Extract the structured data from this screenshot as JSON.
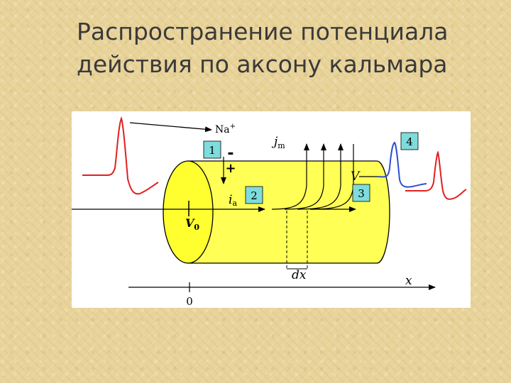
{
  "slide": {
    "title_line1": "Распространение потенциала",
    "title_line2": "действия по аксону кальмара"
  },
  "diagram": {
    "ion_main": "Na",
    "ion_sup": "+",
    "box_labels": [
      "1",
      "2",
      "3",
      "4"
    ],
    "minus_sign": "-",
    "plus_sign": "+",
    "jm_main": "j",
    "jm_sub": "m",
    "ia_main": "i",
    "ia_sub": "a",
    "v_label": "V",
    "v0_main": "V",
    "v0_sub": "0",
    "dx_label": "dx",
    "x_label": "x",
    "origin_label": "0"
  },
  "colors": {
    "cylinder_fill": "#ffff55",
    "cylinder_end": "#ffff30",
    "red_trace": "#e02020",
    "blue_trace": "#3050d0",
    "label_box_fill": "#7fdcdc"
  }
}
